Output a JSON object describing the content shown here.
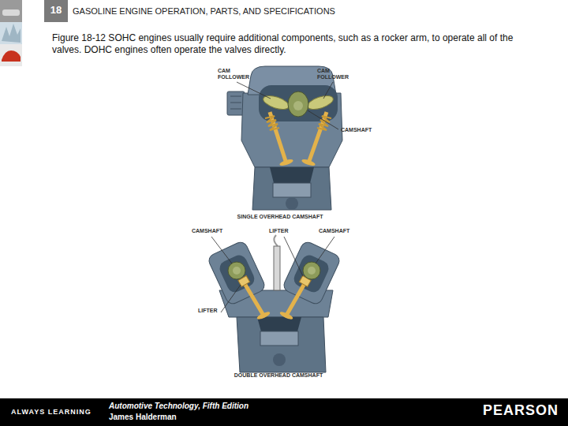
{
  "diagram": {
    "title": "GASOLINE ENGINE OPERATION, PARTS, AND SPECIFICATIONS",
    "caption": "Figure 18-12 SOHC engines usually require additional components, such as a rocker arm, to operate all of the valves. DOHC engines often operate the valves directly.",
    "labels": [
      "18",
      "CAM FOLLOWER",
      "CAM FOLLOWER",
      "CAMSHAFT",
      "SINGLE OVERHEAD CAMSHAFT",
      "CAMSHAFT",
      "LIFTER",
      "CAMSHAFT",
      "LIFTER",
      "DOUBLE OVERHEAD CAMSHAFT",
      "ALWAYS LEARNING",
      "Automotive Technology, Fifth Edition",
      "James Halderman",
      "PEARSON"
    ]
  }
}
